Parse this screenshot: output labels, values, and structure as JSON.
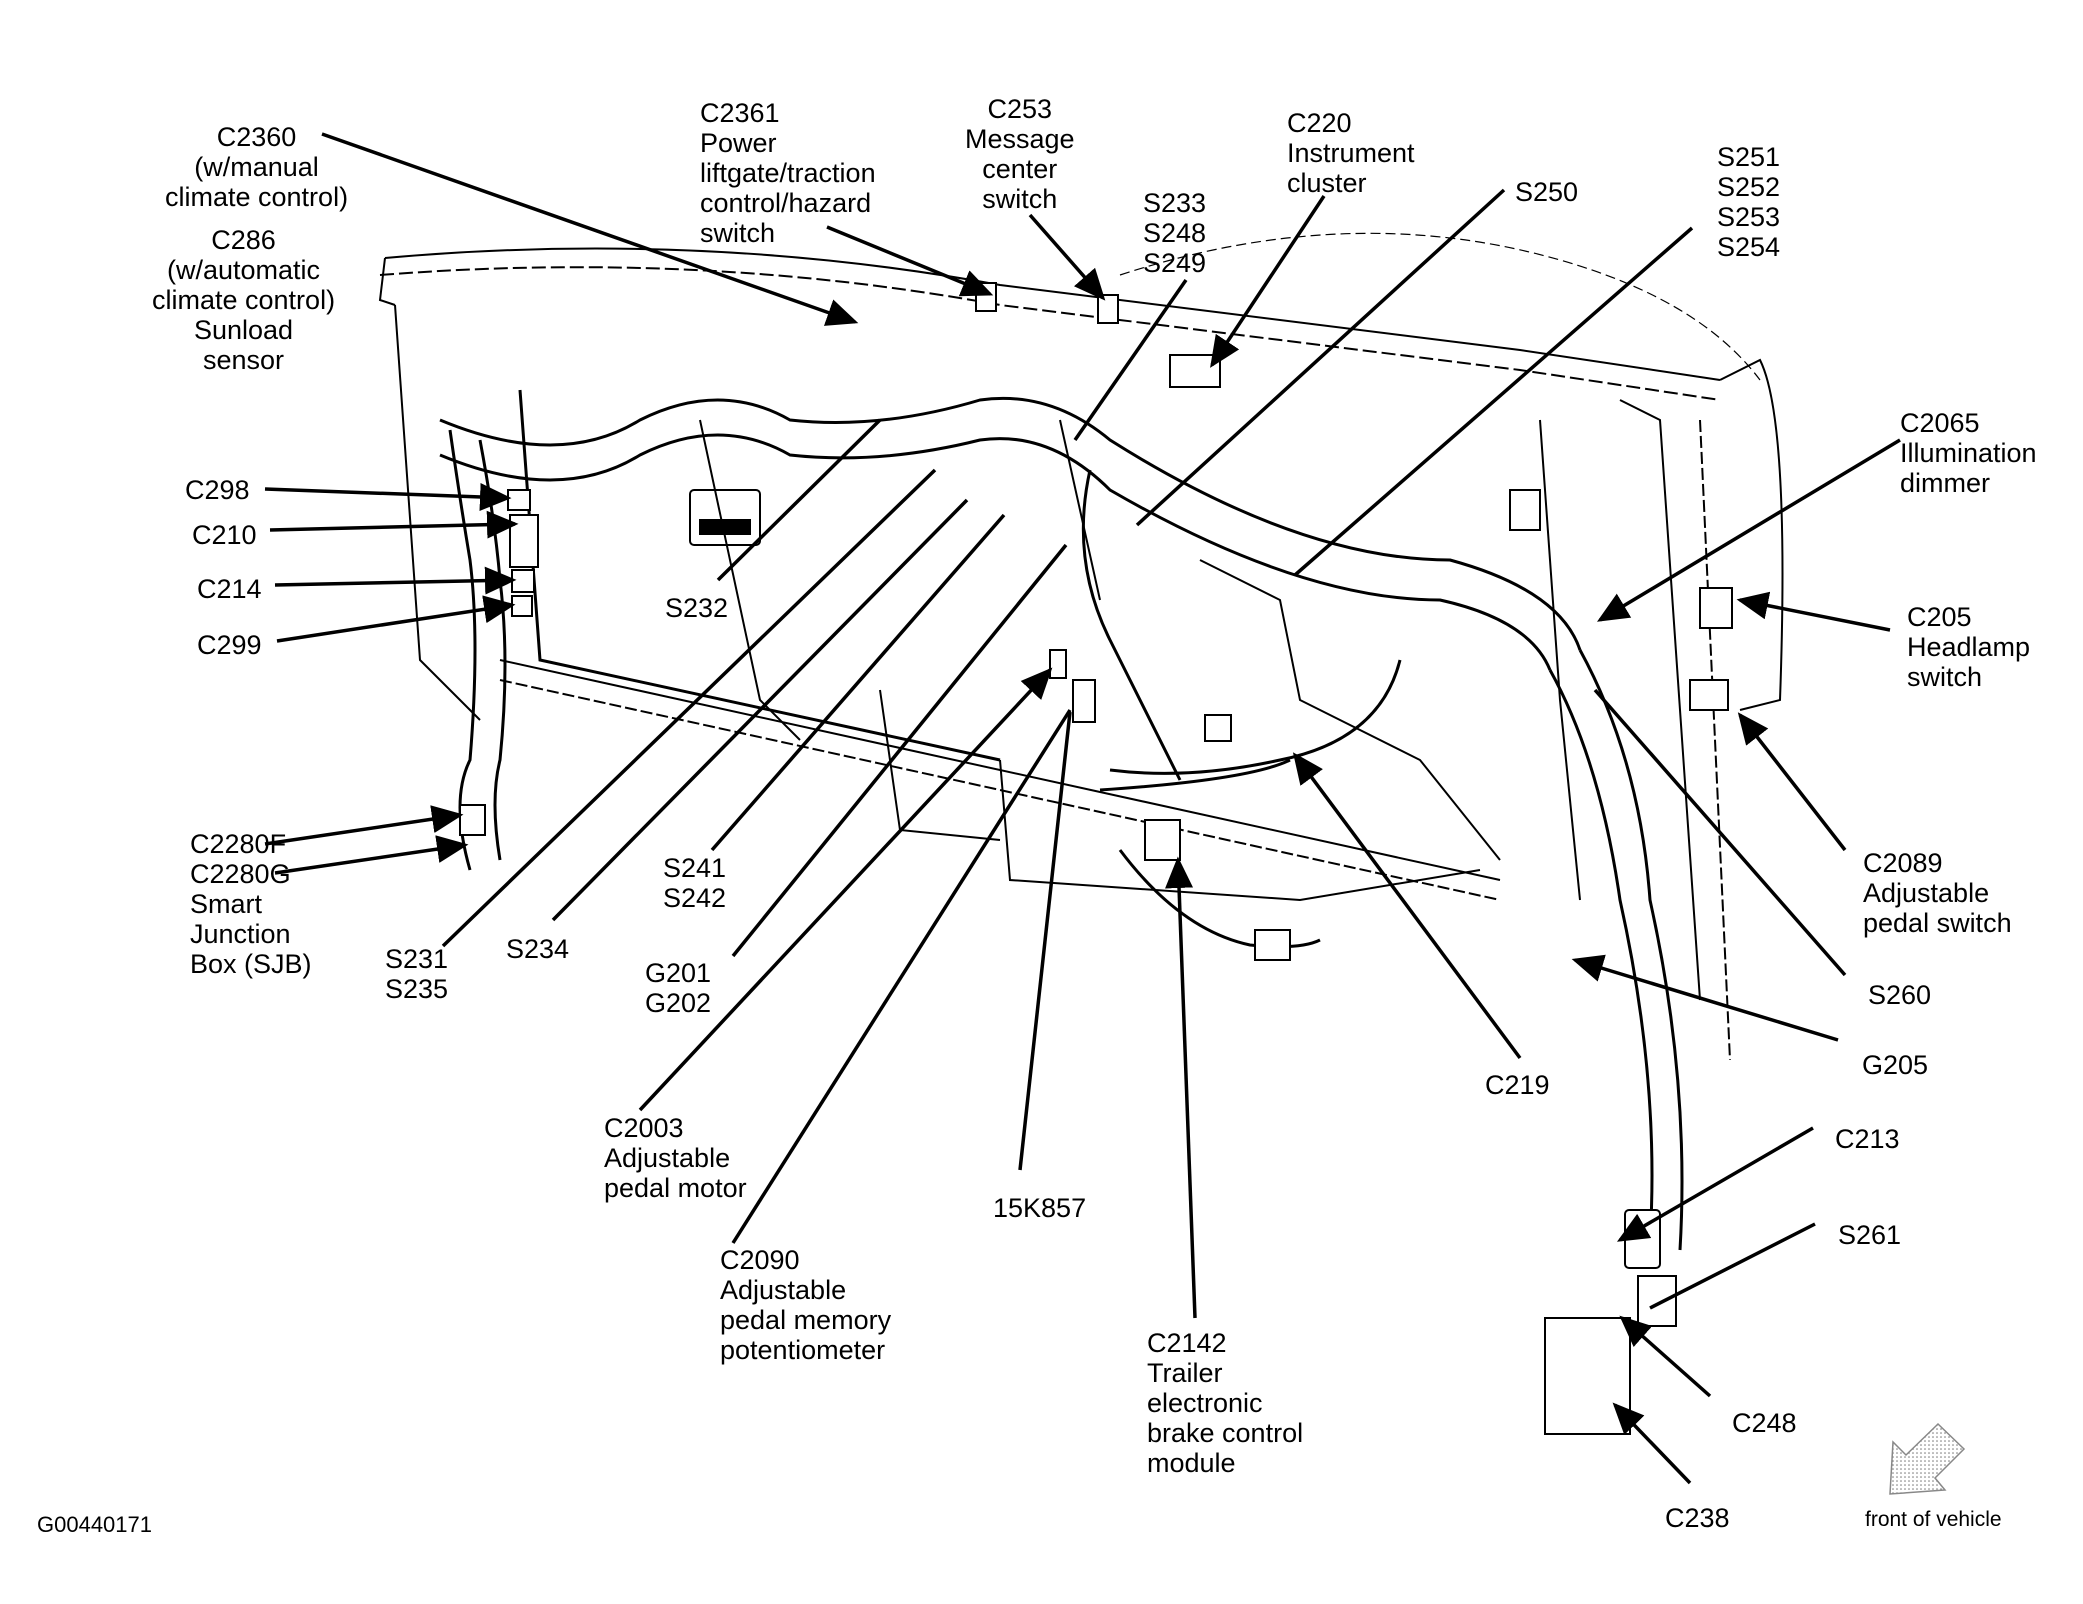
{
  "diagram": {
    "figure_id": "G00440171",
    "orientation_label": "front of vehicle",
    "callouts": [
      {
        "id": "c2360",
        "lines": [
          "C2360",
          "(w/manual",
          "climate control)"
        ]
      },
      {
        "id": "c286",
        "lines": [
          "C286",
          "(w/automatic",
          "climate control)",
          "Sunload",
          "sensor"
        ]
      },
      {
        "id": "c2361",
        "lines": [
          "C2361",
          "Power",
          "liftgate/traction",
          "control/hazard",
          "switch"
        ]
      },
      {
        "id": "c253",
        "lines": [
          "C253",
          "Message",
          "center",
          "switch"
        ]
      },
      {
        "id": "s233",
        "lines": [
          "S233",
          "S248",
          "S249"
        ]
      },
      {
        "id": "c220",
        "lines": [
          "C220",
          "Instrument",
          "cluster"
        ]
      },
      {
        "id": "s250",
        "lines": [
          "S250"
        ]
      },
      {
        "id": "s251",
        "lines": [
          "S251",
          "S252",
          "S253",
          "S254"
        ]
      },
      {
        "id": "c2065",
        "lines": [
          "C2065",
          "Illumination",
          "dimmer"
        ]
      },
      {
        "id": "c205",
        "lines": [
          "C205",
          "Headlamp",
          "switch"
        ]
      },
      {
        "id": "c298",
        "lines": [
          "C298"
        ]
      },
      {
        "id": "c210",
        "lines": [
          "C210"
        ]
      },
      {
        "id": "c214",
        "lines": [
          "C214"
        ]
      },
      {
        "id": "c299",
        "lines": [
          "C299"
        ]
      },
      {
        "id": "s232",
        "lines": [
          "S232"
        ]
      },
      {
        "id": "c2280",
        "lines": [
          "C2280F",
          "C2280G",
          "Smart",
          "Junction",
          "Box (SJB)"
        ]
      },
      {
        "id": "s231",
        "lines": [
          "S231",
          "S235"
        ]
      },
      {
        "id": "s234",
        "lines": [
          "S234"
        ]
      },
      {
        "id": "s241",
        "lines": [
          "S241",
          "S242"
        ]
      },
      {
        "id": "g201",
        "lines": [
          "G201",
          "G202"
        ]
      },
      {
        "id": "c2003",
        "lines": [
          "C2003",
          "Adjustable",
          "pedal motor"
        ]
      },
      {
        "id": "c2090",
        "lines": [
          "C2090",
          "Adjustable",
          "pedal memory",
          "potentiometer"
        ]
      },
      {
        "id": "k857",
        "lines": [
          "15K857"
        ]
      },
      {
        "id": "c2142",
        "lines": [
          "C2142",
          "Trailer",
          "electronic",
          "brake control",
          "module"
        ]
      },
      {
        "id": "c219",
        "lines": [
          "C219"
        ]
      },
      {
        "id": "c2089",
        "lines": [
          "C2089",
          "Adjustable",
          "pedal switch"
        ]
      },
      {
        "id": "s260",
        "lines": [
          "S260"
        ]
      },
      {
        "id": "g205",
        "lines": [
          "G205"
        ]
      },
      {
        "id": "c213",
        "lines": [
          "C213"
        ]
      },
      {
        "id": "s261",
        "lines": [
          "S261"
        ]
      },
      {
        "id": "c248",
        "lines": [
          "C248"
        ]
      },
      {
        "id": "c238",
        "lines": [
          "C238"
        ]
      }
    ]
  }
}
